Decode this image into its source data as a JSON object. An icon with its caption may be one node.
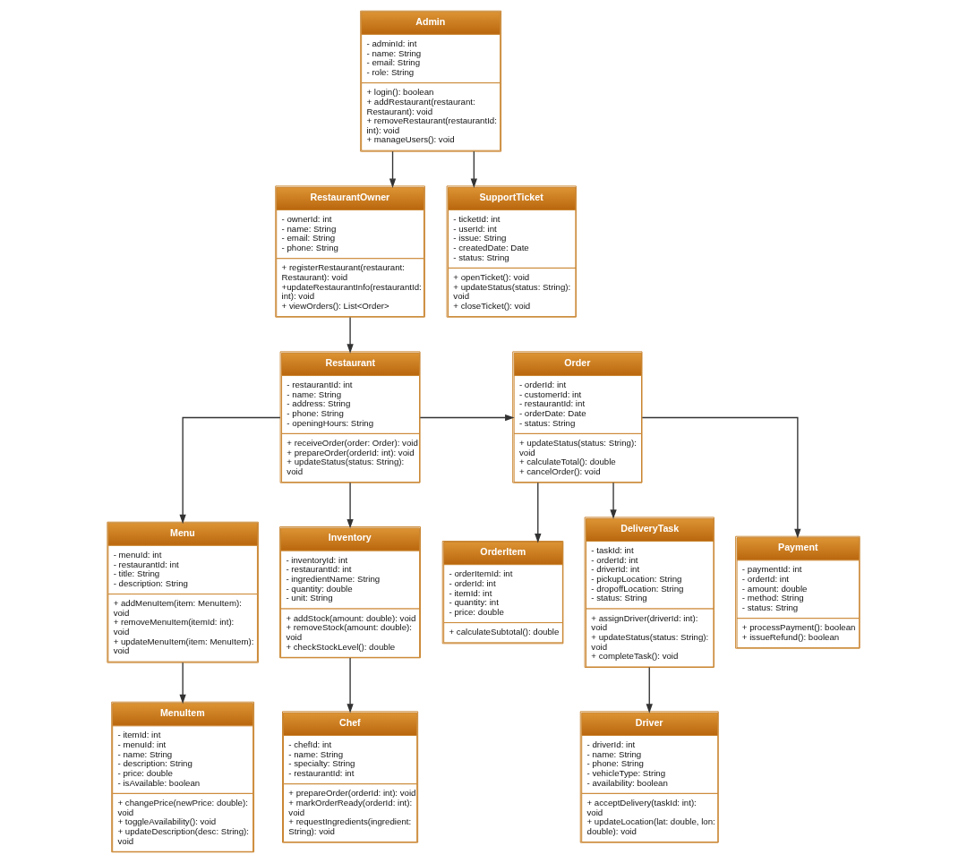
{
  "diagram": {
    "nodes": [
      {
        "text": [
          "Admin",
          "- adminId: int",
          "- name: String",
          "- email: String",
          "- role: String",
          "+ login(): boolean",
          "+ addRestaurant(restaurant: Restaurant): void",
          "+ removeRestaurant(restaurantId: int): void",
          "+ manageUsers(): void"
        ]
      },
      {
        "text": [
          "RestaurantOwner",
          "- ownerId: int",
          "- name: String",
          "- email: String",
          "- phone: String",
          "+ registerRestaurant(restaurant: Restaurant): void",
          "+updateRestaurantInfo(restaurantId: int): void",
          "+ viewOrders(): List<Order>"
        ]
      },
      {
        "text": [
          "SupportTicket",
          "- ticketId: int",
          "- userId: int",
          "- issue: String",
          "- createdDate: Date",
          "- status: String",
          "+ openTicket(): void",
          "+ updateStatus(status: String): void",
          "+ closeTicket(): void"
        ]
      },
      {
        "text": [
          "Restaurant",
          "- restaurantId: int",
          "- name: String",
          "- address: String",
          "- phone: String",
          "- openingHours: String",
          "+ receiveOrder(order: Order): void",
          "+ prepareOrder(orderId: int): void",
          "+ updateStatus(status: String): void"
        ]
      },
      {
        "text": [
          "Order",
          "- orderId: int",
          "- customerId: int",
          "- restaurantId: int",
          "- orderDate: Date",
          "- status: String",
          "+ updateStatus(status: String): void",
          "+ calculateTotal(): double",
          "+ cancelOrder(): void"
        ]
      },
      {
        "text": [
          "Menu",
          "- menuId: int",
          "- restaurantId: int",
          "- title: String",
          "- description: String",
          "+ addMenuItem(item: MenuItem): void",
          "+ removeMenuItem(itemId: int): void",
          "+ updateMenuItem(item: MenuItem): void"
        ]
      },
      {
        "text": [
          "Inventory",
          "- inventoryId: int",
          "- restaurantId: int",
          "- ingredientName: String",
          "- quantity: double",
          "- unit: String",
          "+ addStock(amount: double): void",
          "+ removeStock(amount: double): void",
          "+ checkStockLevel(): double"
        ]
      },
      {
        "text": [
          "OrderItem",
          "- orderItemId: int",
          "- orderId: int",
          "- itemId: int",
          "- quantity: int",
          "- price: double",
          "+ calculateSubtotal(): double"
        ]
      },
      {
        "text": [
          "DeliveryTask",
          "- taskId: int",
          "- orderId: int",
          "- driverId: int",
          "- pickupLocation: String",
          "- dropoffLocation: String",
          "- status: String",
          "+ assignDriver(driverId: int): void",
          "+ updateStatus(status: String): void",
          "+ completeTask(): void"
        ]
      },
      {
        "text": [
          "Payment",
          "- paymentId: int",
          "- orderId: int",
          "- amount: double",
          "- method: String",
          "- status: String",
          "+ processPayment(): boolean",
          "+ issueRefund(): boolean"
        ]
      },
      {
        "text": [
          "MenuItem",
          "- itemId: int",
          "- menuId: int",
          "- name: String",
          "- description: String",
          "- price: double",
          "- isAvailable: boolean",
          "+ changePrice(newPrice: double): void",
          "+ toggleAvailability(): void",
          "+ updateDescription(desc: String): void"
        ]
      },
      {
        "text": [
          "Chef",
          "- chefId: int",
          "- name: String",
          "- specialty: String",
          "- restaurantId: int",
          "+ prepareOrder(orderId: int): void",
          "+ markOrderReady(orderId: int): void",
          "+ requestIngredients(ingredient: String): void"
        ]
      },
      {
        "text": [
          "Driver",
          "- driverId: int",
          "- name: String",
          "- phone: String",
          "- vehicleType: String",
          "- availability: boolean",
          "+ acceptDelivery(taskId: int): void",
          "+ updateLocation(lat: double, lon: double): void"
        ]
      }
    ],
    "edges": [
      {
        "from": 0,
        "to": 1,
        "arrow": "to"
      },
      {
        "from": 0,
        "to": 2,
        "arrow": "to"
      },
      {
        "from": 1,
        "to": 3,
        "arrow": "to"
      },
      {
        "from": 3,
        "to": 5,
        "arrow": "to"
      },
      {
        "from": 3,
        "to": 6,
        "arrow": "to"
      },
      {
        "from": 3,
        "to": 4,
        "arrow": "to"
      },
      {
        "from": 4,
        "to": 7,
        "arrow": "to"
      },
      {
        "from": 4,
        "to": 8,
        "arrow": "to"
      },
      {
        "from": 4,
        "to": 9,
        "arrow": "to"
      },
      {
        "from": 5,
        "to": 10,
        "arrow": "to"
      },
      {
        "from": 6,
        "to": 11,
        "arrow": "to"
      },
      {
        "from": 8,
        "to": 12,
        "arrow": "to"
      }
    ]
  }
}
